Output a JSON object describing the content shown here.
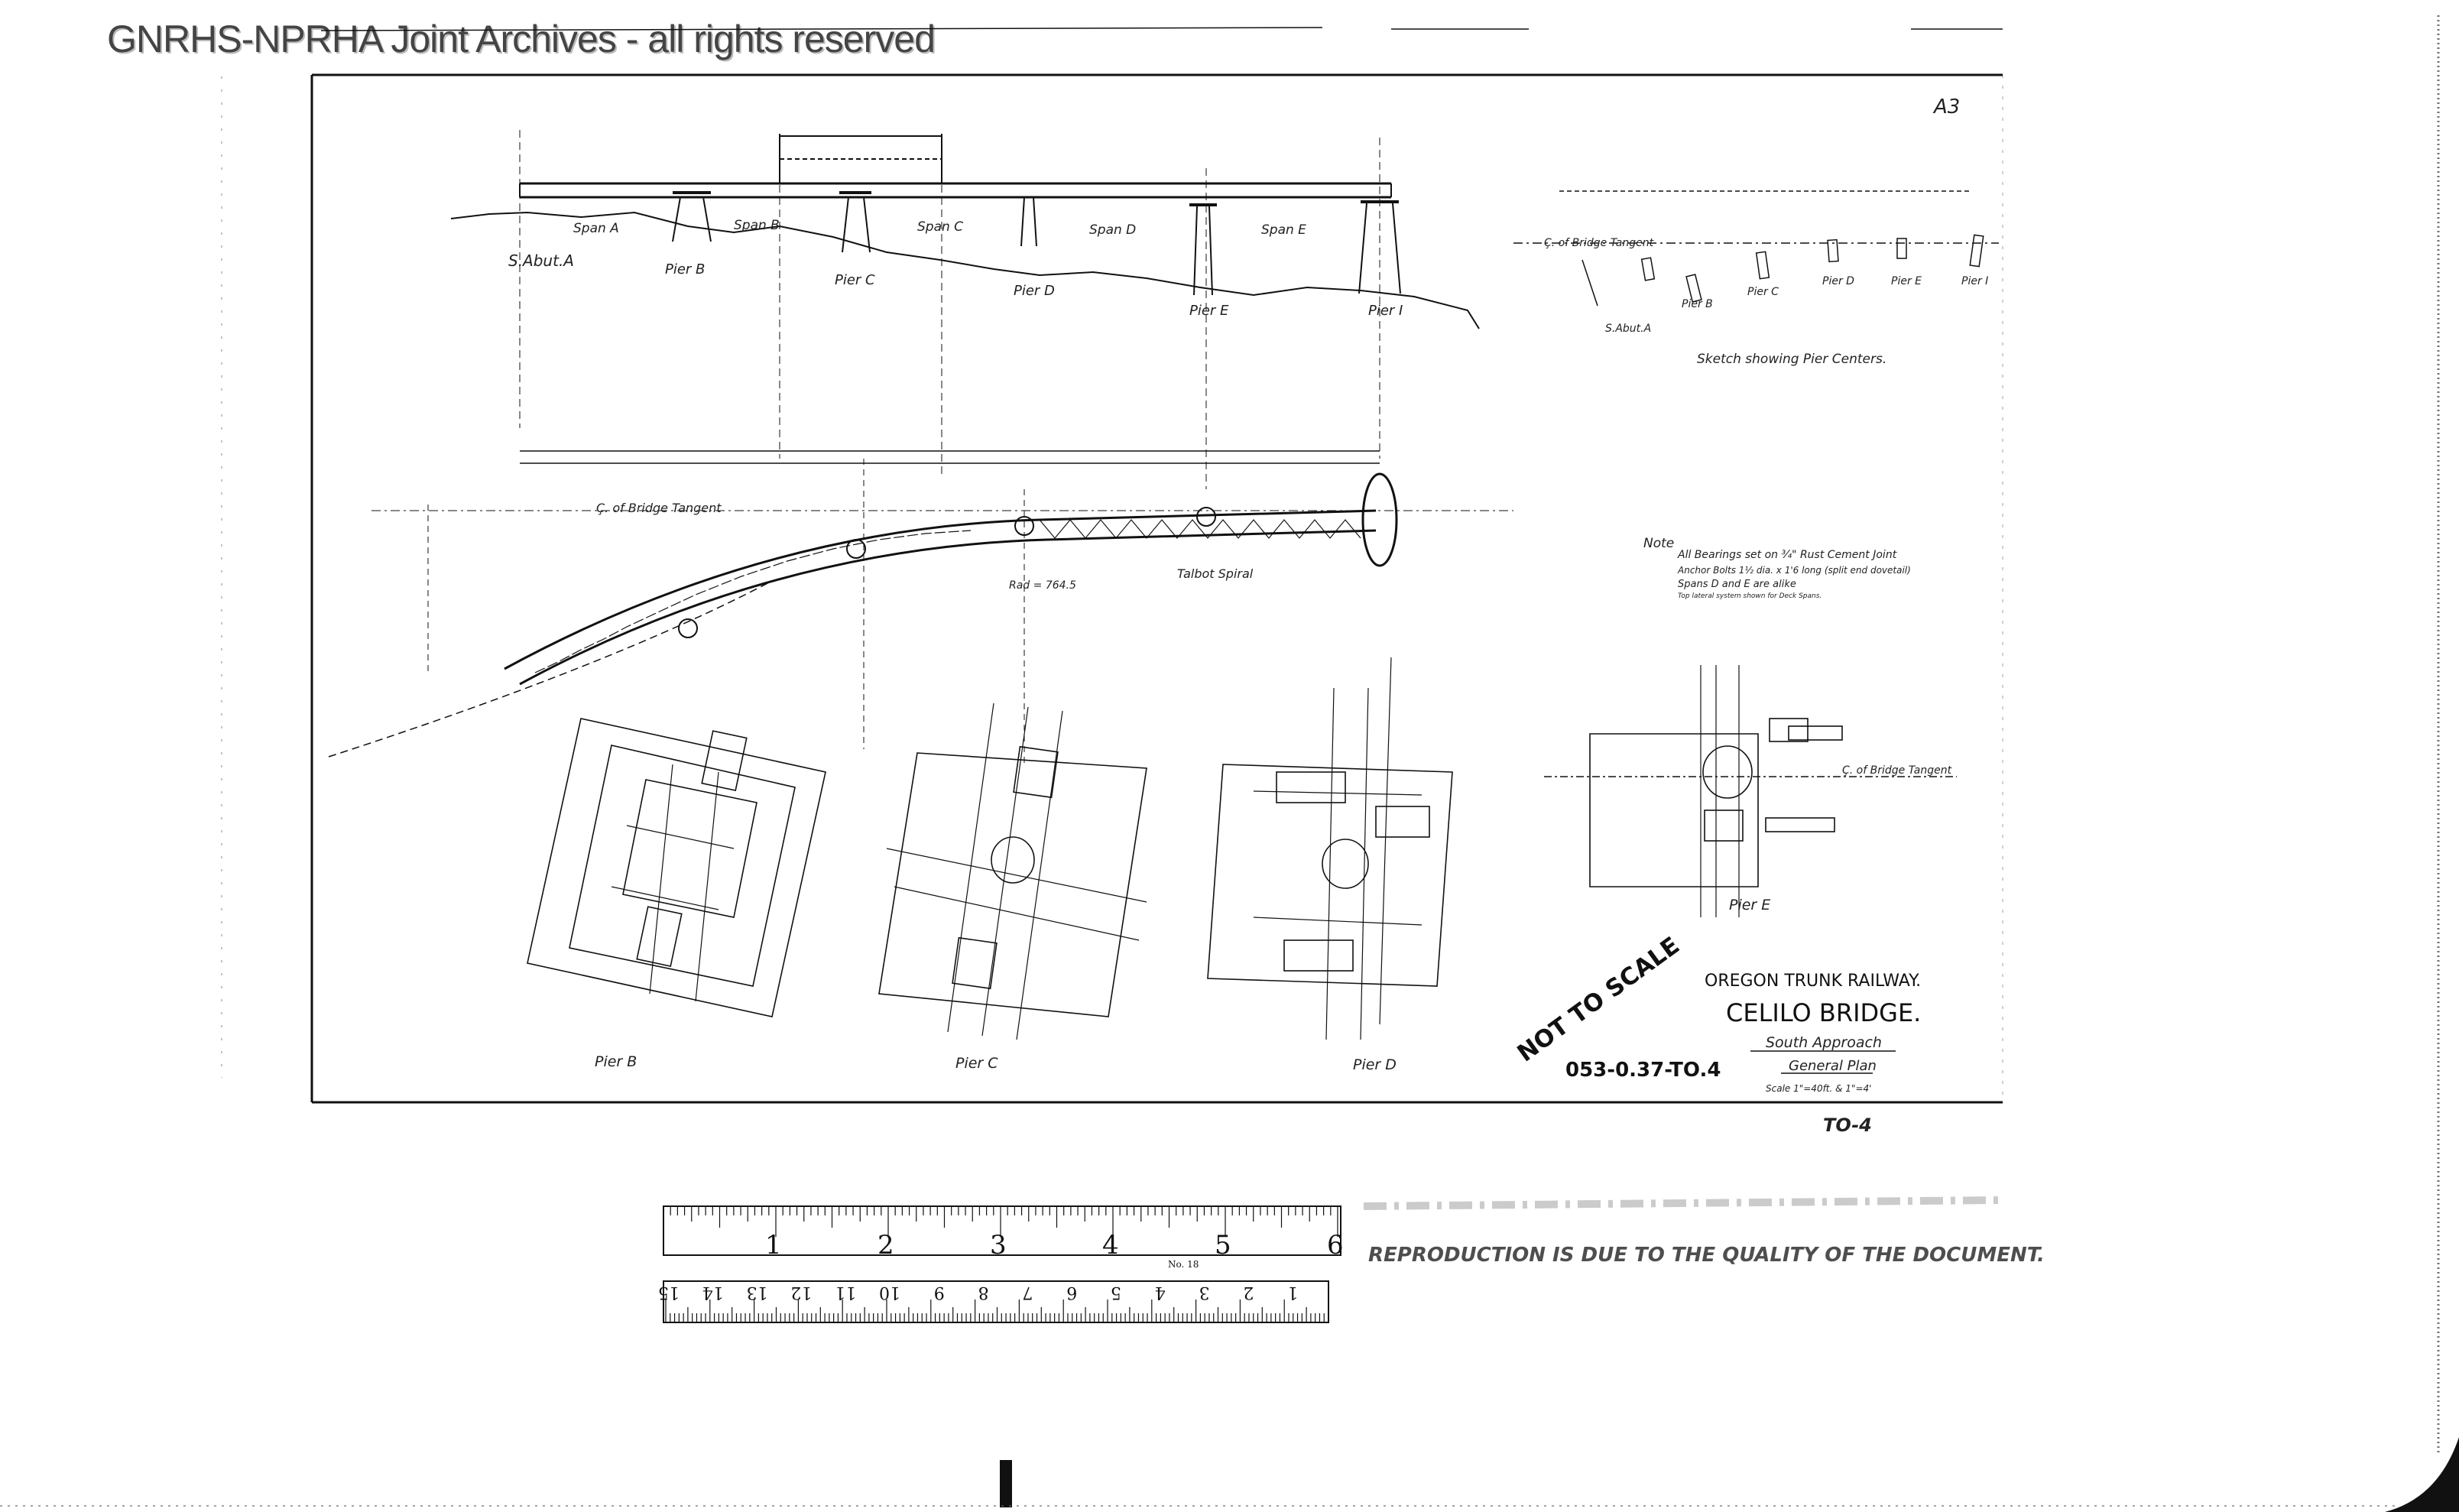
{
  "watermark": "GNRHS-NPRHA Joint Archives - all rights reserved",
  "sheet_code": "A3",
  "elevation": {
    "abutment": "S.Abut.A",
    "piers": [
      "Pier B",
      "Pier C",
      "Pier D",
      "Pier E",
      "Pier I"
    ],
    "spans": [
      "Span A",
      "Span B",
      "Span C",
      "Span D",
      "Span E"
    ]
  },
  "sketch": {
    "caption": "Sketch showing Pier Centers.",
    "tangent": "Ç. of Bridge Tangent",
    "labels": [
      "S.Abut.A",
      "Pier B",
      "Pier C",
      "Pier D",
      "Pier E",
      "Pier I"
    ]
  },
  "plan": {
    "tangent": "Ç. of Bridge Tangent",
    "spiral": "Talbot Spiral",
    "curve": "Rad = 764.5"
  },
  "note": {
    "heading": "Note",
    "lines": [
      "All Bearings set on ¾\" Rust Cement Joint",
      "Anchor Bolts 1½ dia. x 1'6 long (split end dovetail)",
      "Spans D and E are alike",
      "Top lateral system shown for Deck Spans."
    ]
  },
  "details": {
    "labels": [
      "Pier B",
      "Pier C",
      "Pier D",
      "Pier E"
    ],
    "pier_e_tangent": "Ç. of Bridge Tangent"
  },
  "stamp": "NOT TO SCALE",
  "title_block": {
    "railway": "OREGON TRUNK RAILWAY.",
    "bridge": "CELILO BRIDGE.",
    "section": "South Approach",
    "plan": "General Plan",
    "scale": "Scale 1\"=40ft. & 1\"=4'",
    "drawing_number": "053-0.37-TO.4",
    "sheet_mark": "TO-4"
  },
  "ruler": {
    "inches": [
      "1",
      "2",
      "3",
      "4",
      "5",
      "6"
    ],
    "cm": [
      "1",
      "2",
      "3",
      "4",
      "5",
      "6",
      "7",
      "8",
      "9",
      "10",
      "11",
      "12",
      "13",
      "14",
      "15"
    ],
    "model": "No. 18"
  },
  "quality_notice": "REPRODUCTION IS DUE TO THE QUALITY OF THE DOCUMENT."
}
